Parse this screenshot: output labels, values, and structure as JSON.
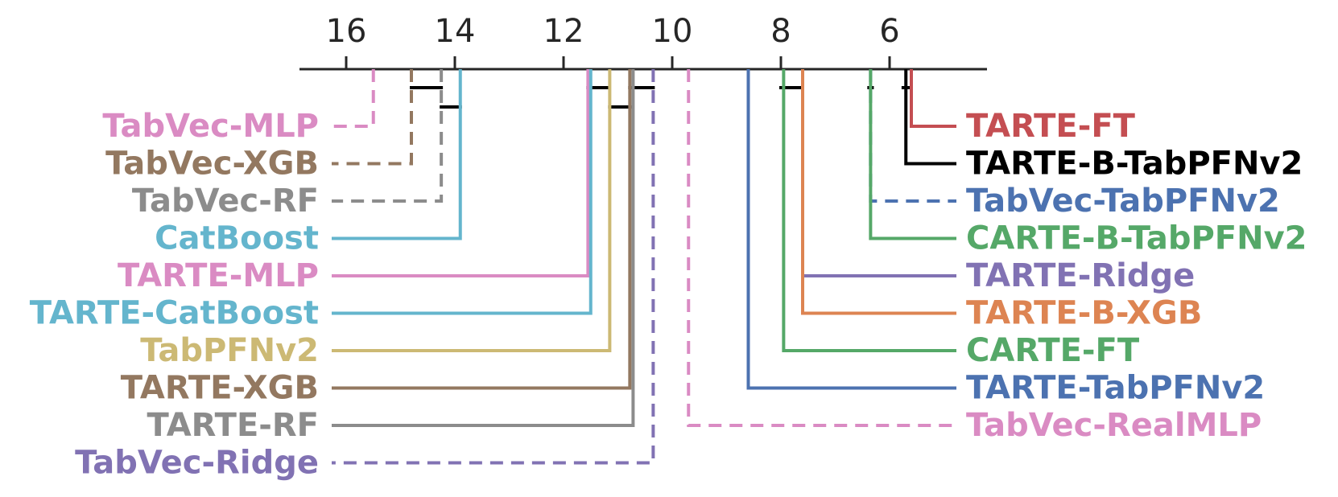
{
  "chart_data": {
    "type": "critical-difference",
    "axis": {
      "range": [
        4.6,
        17.3
      ],
      "reversed": true,
      "ticks": [
        16,
        14,
        12,
        10,
        8,
        6
      ]
    },
    "left_methods": [
      {
        "name": "TabVec-MLP",
        "rank": 15.5,
        "color": "#DA8BC3",
        "dashed": true
      },
      {
        "name": "TabVec-XGB",
        "rank": 14.8,
        "color": "#937860",
        "dashed": true
      },
      {
        "name": "TabVec-RF",
        "rank": 14.25,
        "color": "#8C8C8C",
        "dashed": true
      },
      {
        "name": "CatBoost",
        "rank": 13.9,
        "color": "#64B5CD",
        "dashed": false
      },
      {
        "name": "TARTE-MLP",
        "rank": 11.55,
        "color": "#DA8BC3",
        "dashed": false
      },
      {
        "name": "TARTE-CatBoost",
        "rank": 11.5,
        "color": "#64B5CD",
        "dashed": false
      },
      {
        "name": "TabPFNv2",
        "rank": 11.15,
        "color": "#CCB974",
        "dashed": false
      },
      {
        "name": "TARTE-XGB",
        "rank": 10.78,
        "color": "#937860",
        "dashed": false
      },
      {
        "name": "TARTE-RF",
        "rank": 10.72,
        "color": "#8C8C8C",
        "dashed": false
      },
      {
        "name": "TabVec-Ridge",
        "rank": 10.35,
        "color": "#8172B3",
        "dashed": true
      }
    ],
    "right_methods": [
      {
        "name": "TARTE-FT",
        "rank": 5.6,
        "color": "#C44E52",
        "dashed": false
      },
      {
        "name": "TARTE-B-TabPFNv2",
        "rank": 5.7,
        "color": "#000000",
        "dashed": false
      },
      {
        "name": "TabVec-TabPFNv2",
        "rank": 6.35,
        "color": "#4C72B0",
        "dashed": true
      },
      {
        "name": "CARTE-B-TabPFNv2",
        "rank": 6.35,
        "color": "#55A868",
        "dashed": false
      },
      {
        "name": "TARTE-Ridge",
        "rank": 7.6,
        "color": "#8172B3",
        "dashed": false
      },
      {
        "name": "TARTE-B-XGB",
        "rank": 7.6,
        "color": "#DD8452",
        "dashed": false
      },
      {
        "name": "CARTE-FT",
        "rank": 7.95,
        "color": "#55A868",
        "dashed": false
      },
      {
        "name": "TARTE-TabPFNv2",
        "rank": 8.6,
        "color": "#4C72B0",
        "dashed": false
      },
      {
        "name": "TabVec-RealMLP",
        "rank": 9.7,
        "color": "#DA8BC3",
        "dashed": true
      }
    ],
    "cliques": [
      {
        "from": 14.8,
        "to": 14.25
      },
      {
        "from": 14.25,
        "to": 13.9
      },
      {
        "from": 11.55,
        "to": 11.2
      },
      {
        "from": 11.15,
        "to": 10.78
      },
      {
        "from": 10.78,
        "to": 10.35
      },
      {
        "from": 8.0,
        "to": 7.6
      },
      {
        "from": 6.38,
        "to": 6.32
      },
      {
        "from": 5.75,
        "to": 5.6
      }
    ]
  }
}
